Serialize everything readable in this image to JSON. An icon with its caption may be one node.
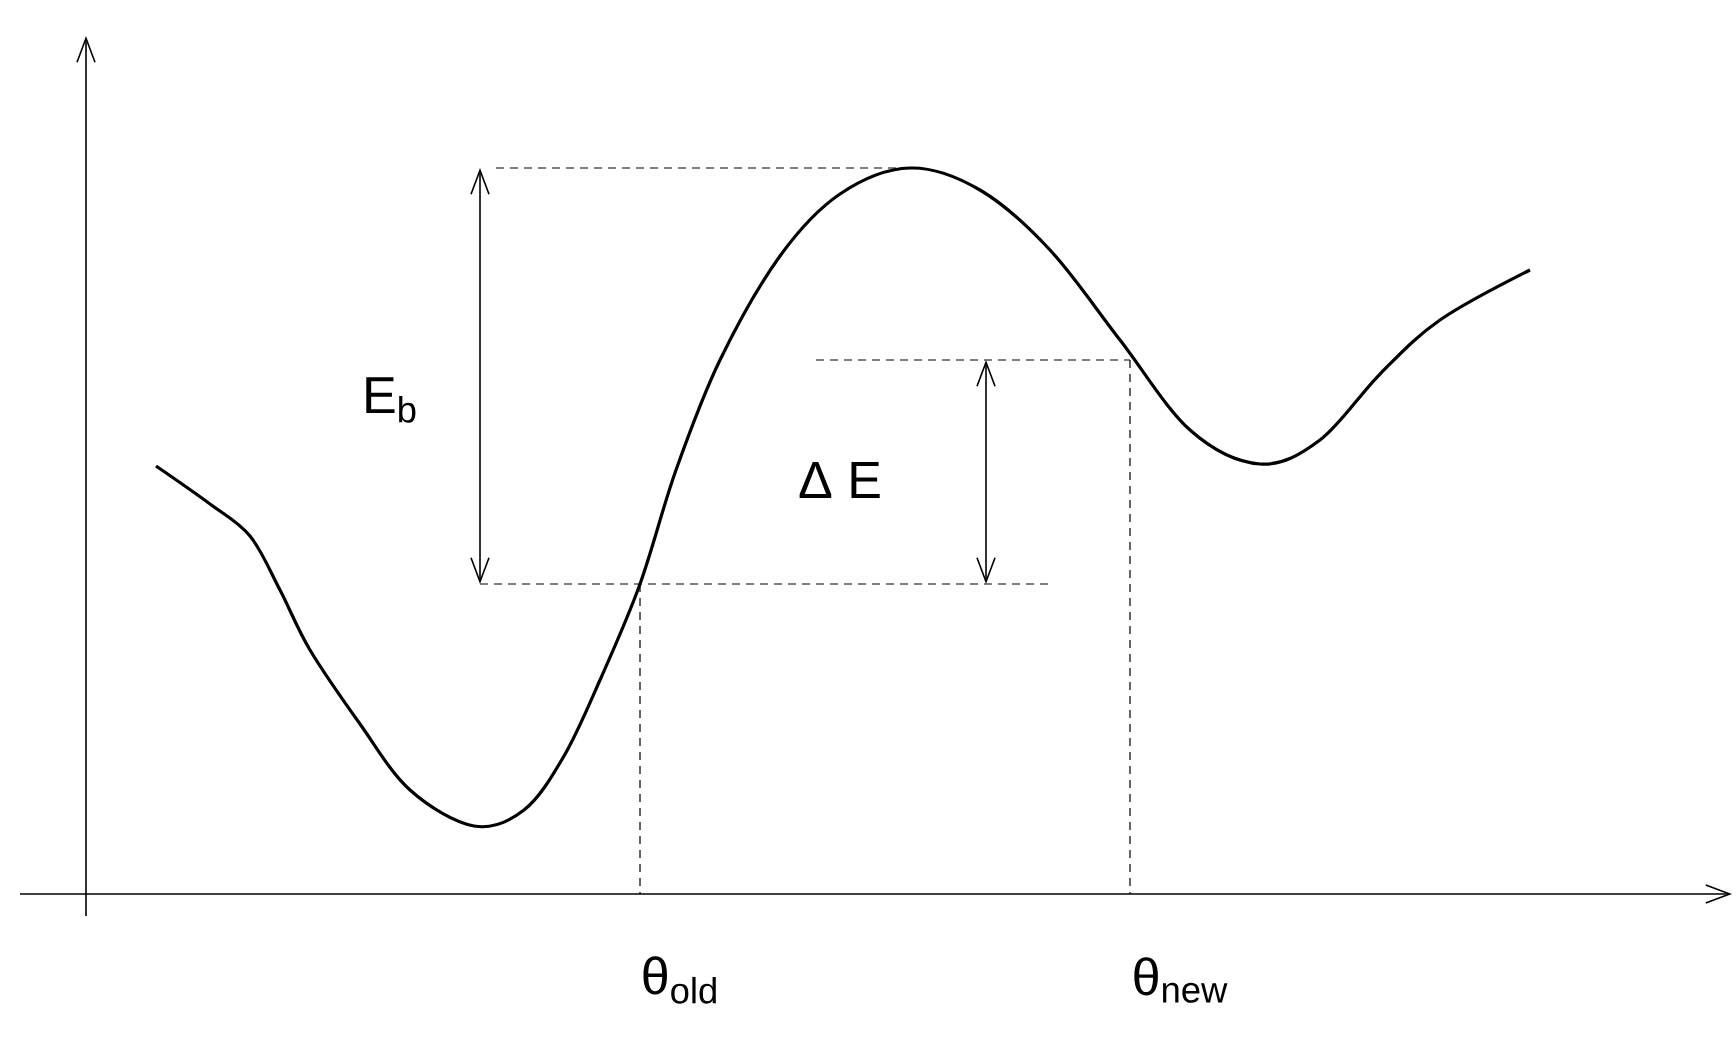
{
  "diagram": {
    "labels": [
      "E$_{b}$",
      "Δ E",
      "θ$_{old}$",
      "θ$_{new}$"
    ]
  }
}
